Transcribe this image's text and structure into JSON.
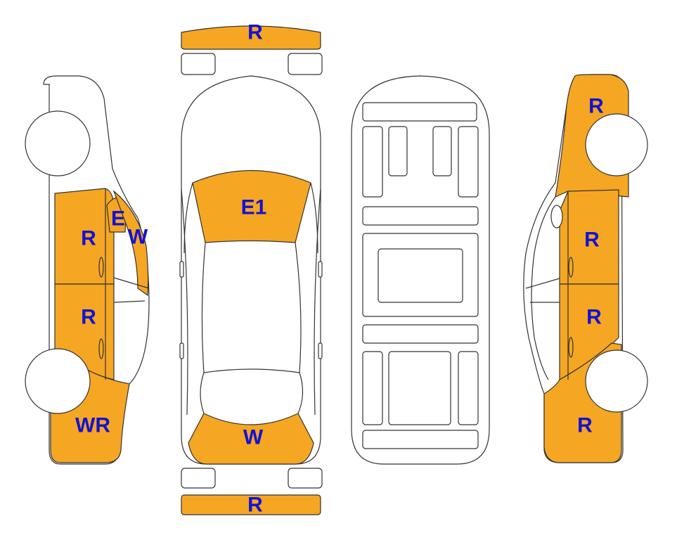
{
  "colors": {
    "damage_fill": "#F5A623",
    "label_text": "#1212D4",
    "outline": "#333333",
    "background": "#FFFFFF"
  },
  "views": {
    "left_side": {
      "labels": {
        "fender": "E",
        "windshield_edge": "W",
        "front_door": "R",
        "rear_door": "R",
        "rear_quarter": "WR"
      }
    },
    "top": {
      "labels": {
        "front_bumper": "R",
        "hood": "E1",
        "rear_glass": "W",
        "rear_bumper": "R"
      }
    },
    "right_side": {
      "labels": {
        "front_fender": "R",
        "front_door": "R",
        "rear_door": "R",
        "rear_quarter": "R"
      }
    }
  }
}
